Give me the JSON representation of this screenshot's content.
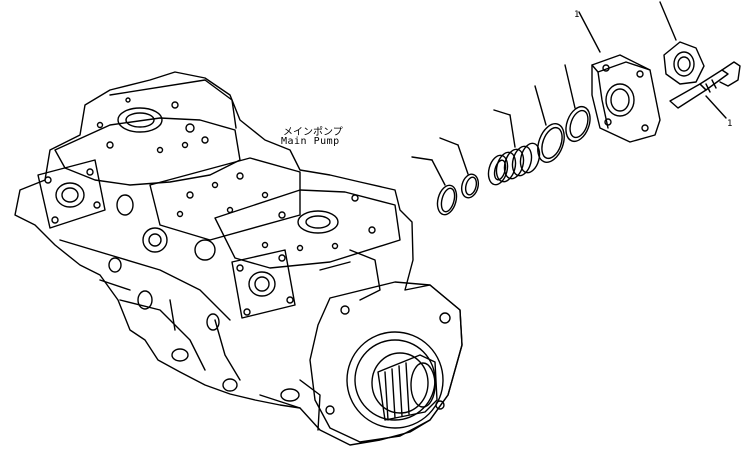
{
  "callout": {
    "jp": "メインポンプ",
    "en": "Main Pump"
  },
  "parts": [
    {
      "name": "part-1-flange",
      "tag": "1"
    },
    {
      "name": "part-nut",
      "tag": ""
    },
    {
      "name": "part-bolt",
      "tag": ""
    },
    {
      "name": "part-o-ring-small",
      "tag": ""
    },
    {
      "name": "part-o-ring-mid",
      "tag": ""
    },
    {
      "name": "part-spring",
      "tag": ""
    },
    {
      "name": "part-o-ring-large-1",
      "tag": ""
    },
    {
      "name": "part-o-ring-large-2",
      "tag": ""
    }
  ],
  "colors": {
    "line": "#000000",
    "background": "#ffffff"
  }
}
